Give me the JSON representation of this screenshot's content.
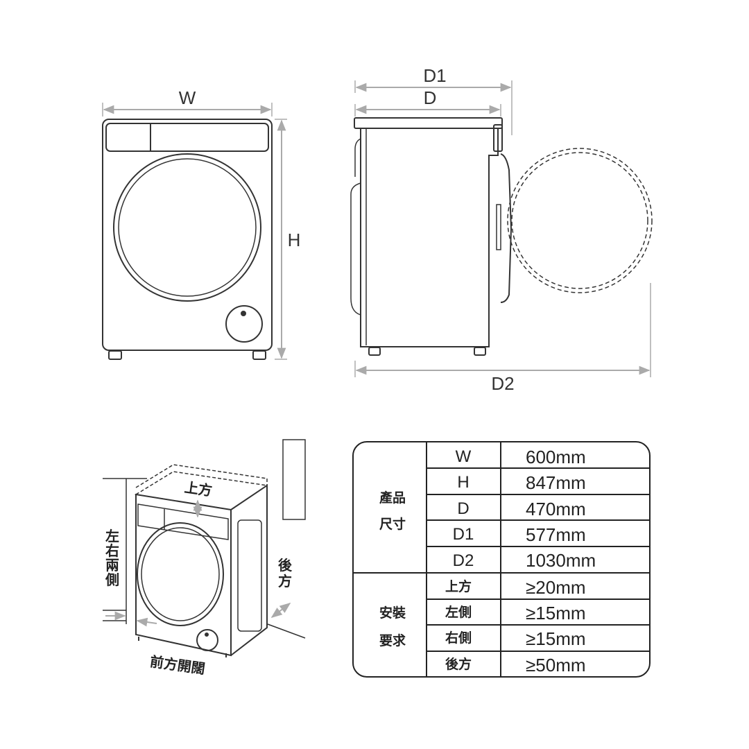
{
  "front_view": {
    "width_label": "W",
    "height_label": "H"
  },
  "side_view": {
    "d1_label": "D1",
    "d_label": "D",
    "d2_label": "D2"
  },
  "install_view": {
    "top_label": "上方",
    "sides_label": [
      "左",
      "右",
      "兩",
      "側"
    ],
    "back_label": [
      "後",
      "方"
    ],
    "front_label": "前方開闊"
  },
  "spec_table": {
    "group_size": [
      "產品",
      "尺寸"
    ],
    "group_install": [
      "安裝",
      "要求"
    ],
    "size_rows": [
      {
        "key": "W",
        "value": "600mm"
      },
      {
        "key": "H",
        "value": "847mm"
      },
      {
        "key": "D",
        "value": "470mm"
      },
      {
        "key": "D1",
        "value": "577mm"
      },
      {
        "key": "D2",
        "value": "1030mm"
      }
    ],
    "install_rows": [
      {
        "key": "上方",
        "value": "≥20mm"
      },
      {
        "key": "左側",
        "value": "≥15mm"
      },
      {
        "key": "右側",
        "value": "≥15mm"
      },
      {
        "key": "後方",
        "value": "≥50mm"
      }
    ]
  }
}
